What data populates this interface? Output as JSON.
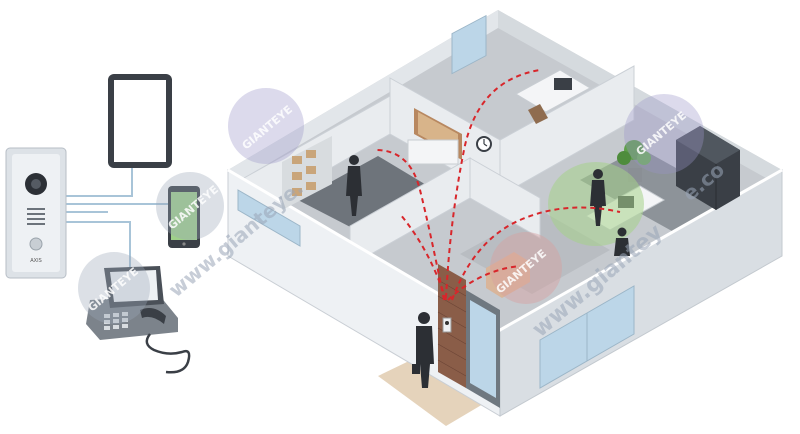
{
  "watermark": {
    "brand": "GIANTEYE",
    "url_main": "www.gianteye.",
    "url_mid": "www.giantey",
    "url_right": "e.co"
  },
  "device_panel": {
    "label": "AXIS"
  },
  "colors": {
    "signal": "#d8262b",
    "wall": "#e9ecef",
    "wall_shadow": "#c9ced4",
    "floor_light": "#c6cacf",
    "floor_dark": "#6e747b",
    "glass": "#bcd6e8",
    "brick": "#8a5d48",
    "door_mat": "#e5d3bb",
    "cable": "#a8c4d8",
    "zone_green": "#a6d28a",
    "zone_purple": "#9b95c8",
    "zone_red": "#d8a0a0"
  },
  "icons": [
    "door-station-icon",
    "tablet-icon",
    "smartphone-icon",
    "desk-phone-icon",
    "person-icon",
    "plant-icon",
    "wall-clock-icon",
    "server-rack-icon"
  ]
}
